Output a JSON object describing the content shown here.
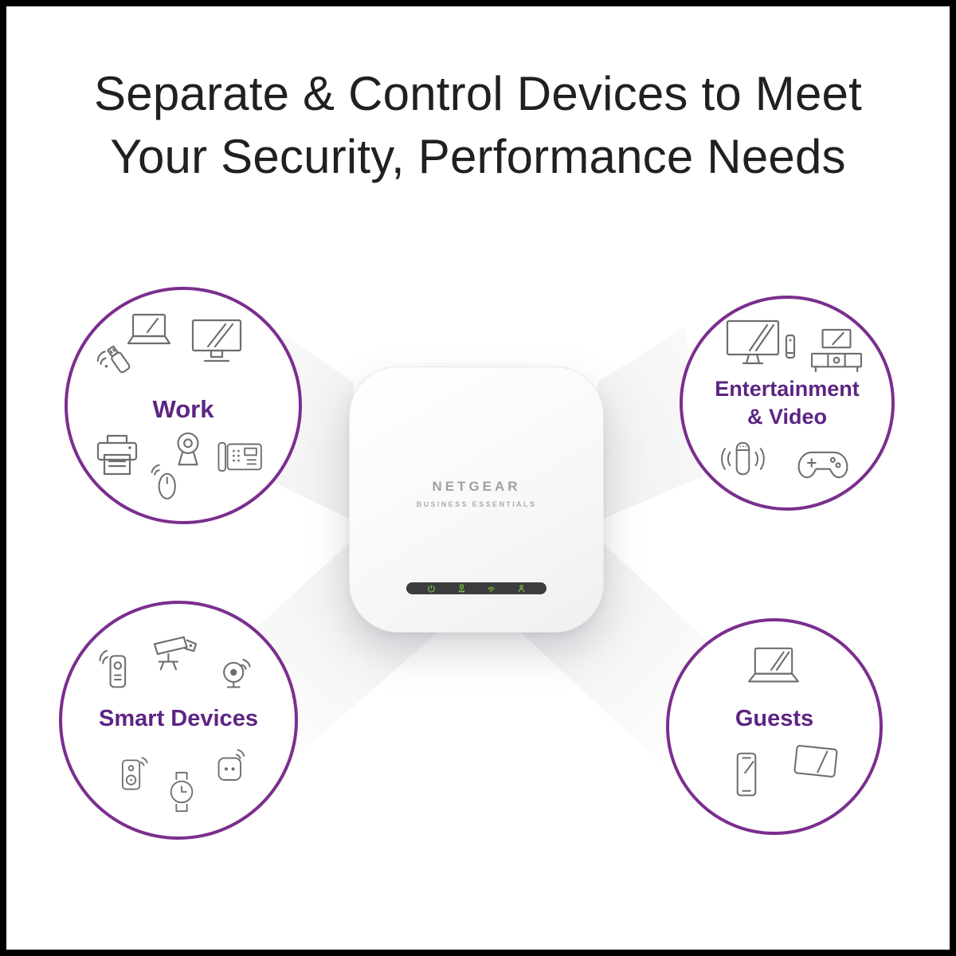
{
  "title": {
    "line1": "Separate & Control Devices to Meet",
    "line2": "Your Security, Performance Needs"
  },
  "device": {
    "brand": "NETGEAR",
    "tagline": "BUSINESS ESSENTIALS",
    "leds": [
      "power",
      "ethernet",
      "wifi-2g",
      "wifi-5g"
    ],
    "led_color": "#7ac143"
  },
  "groups": {
    "work": {
      "label": "Work",
      "icons": [
        "usb-wifi-adapter",
        "laptop",
        "desktop-monitor",
        "printer",
        "wireless-mouse",
        "webcam",
        "desk-phone"
      ]
    },
    "entertainment": {
      "label_line1": "Entertainment",
      "label_line2": "& Video",
      "icons": [
        "tv-with-remote",
        "media-console",
        "smart-speaker",
        "game-controller"
      ]
    },
    "smart_devices": {
      "label": "Smart Devices",
      "icons": [
        "smart-remote",
        "security-camera",
        "wifi-camera",
        "wireless-speaker",
        "smartwatch",
        "smart-plug"
      ]
    },
    "guests": {
      "label": "Guests",
      "icons": [
        "laptop",
        "smartphone",
        "tablet"
      ]
    }
  },
  "colors": {
    "circle_border": "#7b2e8e",
    "label_text": "#5c2483",
    "icon_stroke": "#6d6e71",
    "title_text": "#231f20",
    "led_green": "#7ac143",
    "frame": "#000000"
  }
}
